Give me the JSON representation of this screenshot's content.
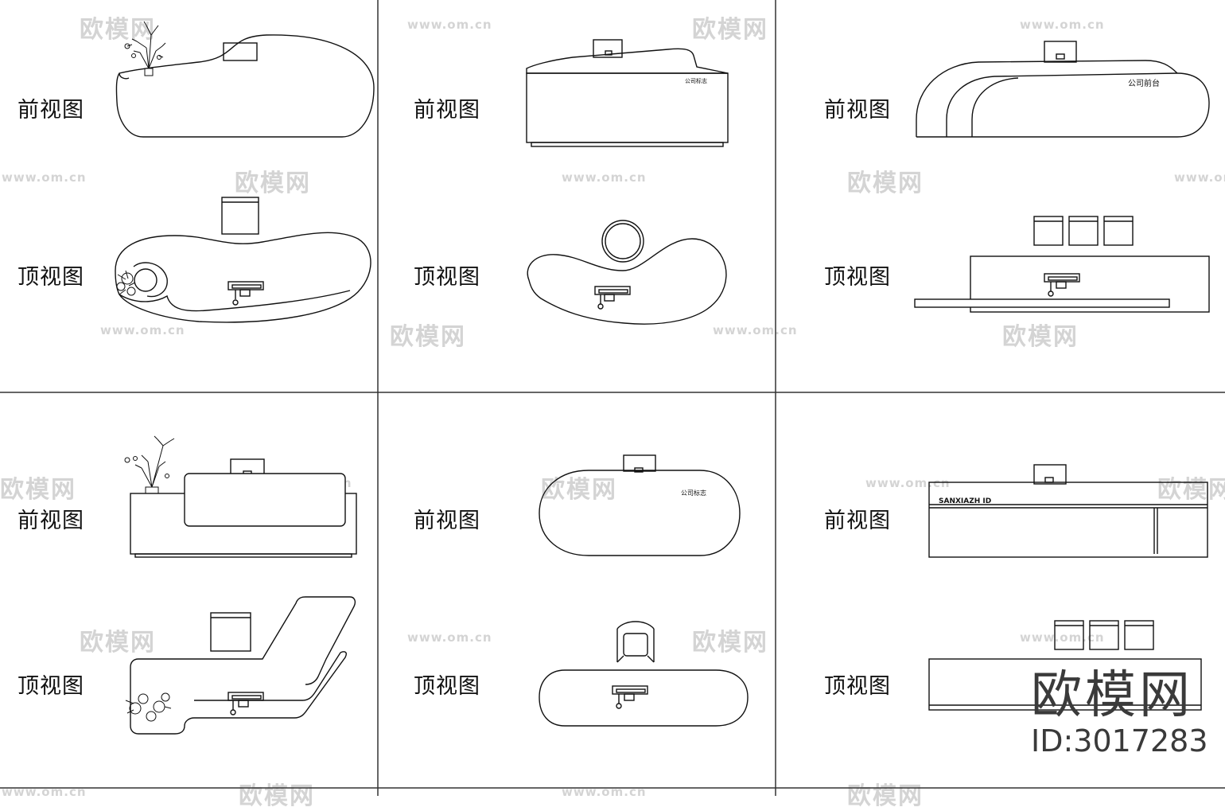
{
  "panels": [
    {
      "front_label": "前视图",
      "top_label": "顶视图"
    },
    {
      "front_label": "前视图",
      "top_label": "顶视图",
      "tag": "公司标志"
    },
    {
      "front_label": "前视图",
      "top_label": "顶视图",
      "tag": "公司前台"
    },
    {
      "front_label": "前视图",
      "top_label": "顶视图"
    },
    {
      "front_label": "前视图",
      "top_label": "顶视图",
      "tag": "公司标志"
    },
    {
      "front_label": "前视图",
      "top_label": "顶视图",
      "tag": "SANXIAZH ID"
    }
  ],
  "watermark": {
    "text": "欧模网",
    "url": "www.om.cn"
  },
  "brand": {
    "name": "欧模网",
    "id": "ID:3017283"
  },
  "colors": {
    "line": "#111111",
    "grid": "#333333",
    "watermark": "#d4d4d4"
  }
}
